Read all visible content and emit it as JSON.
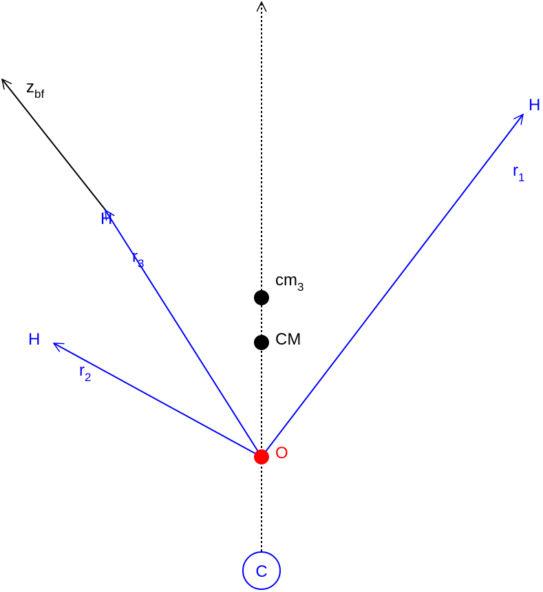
{
  "colors": {
    "vector": "#0000ff",
    "axis": "#000000",
    "origin": "#ff0000"
  },
  "labels": {
    "zbf_main": "z",
    "zbf_sub": "bf",
    "h1": "H",
    "r1_main": "r",
    "r1_sub": "1",
    "h2": "H",
    "r2_main": "r",
    "r2_sub": "2",
    "h3": "H",
    "r3_main": "r",
    "r3_sub": "3",
    "cm3_main": "cm",
    "cm3_sub": "3",
    "cm": "CM",
    "origin": "O",
    "center": "C"
  }
}
